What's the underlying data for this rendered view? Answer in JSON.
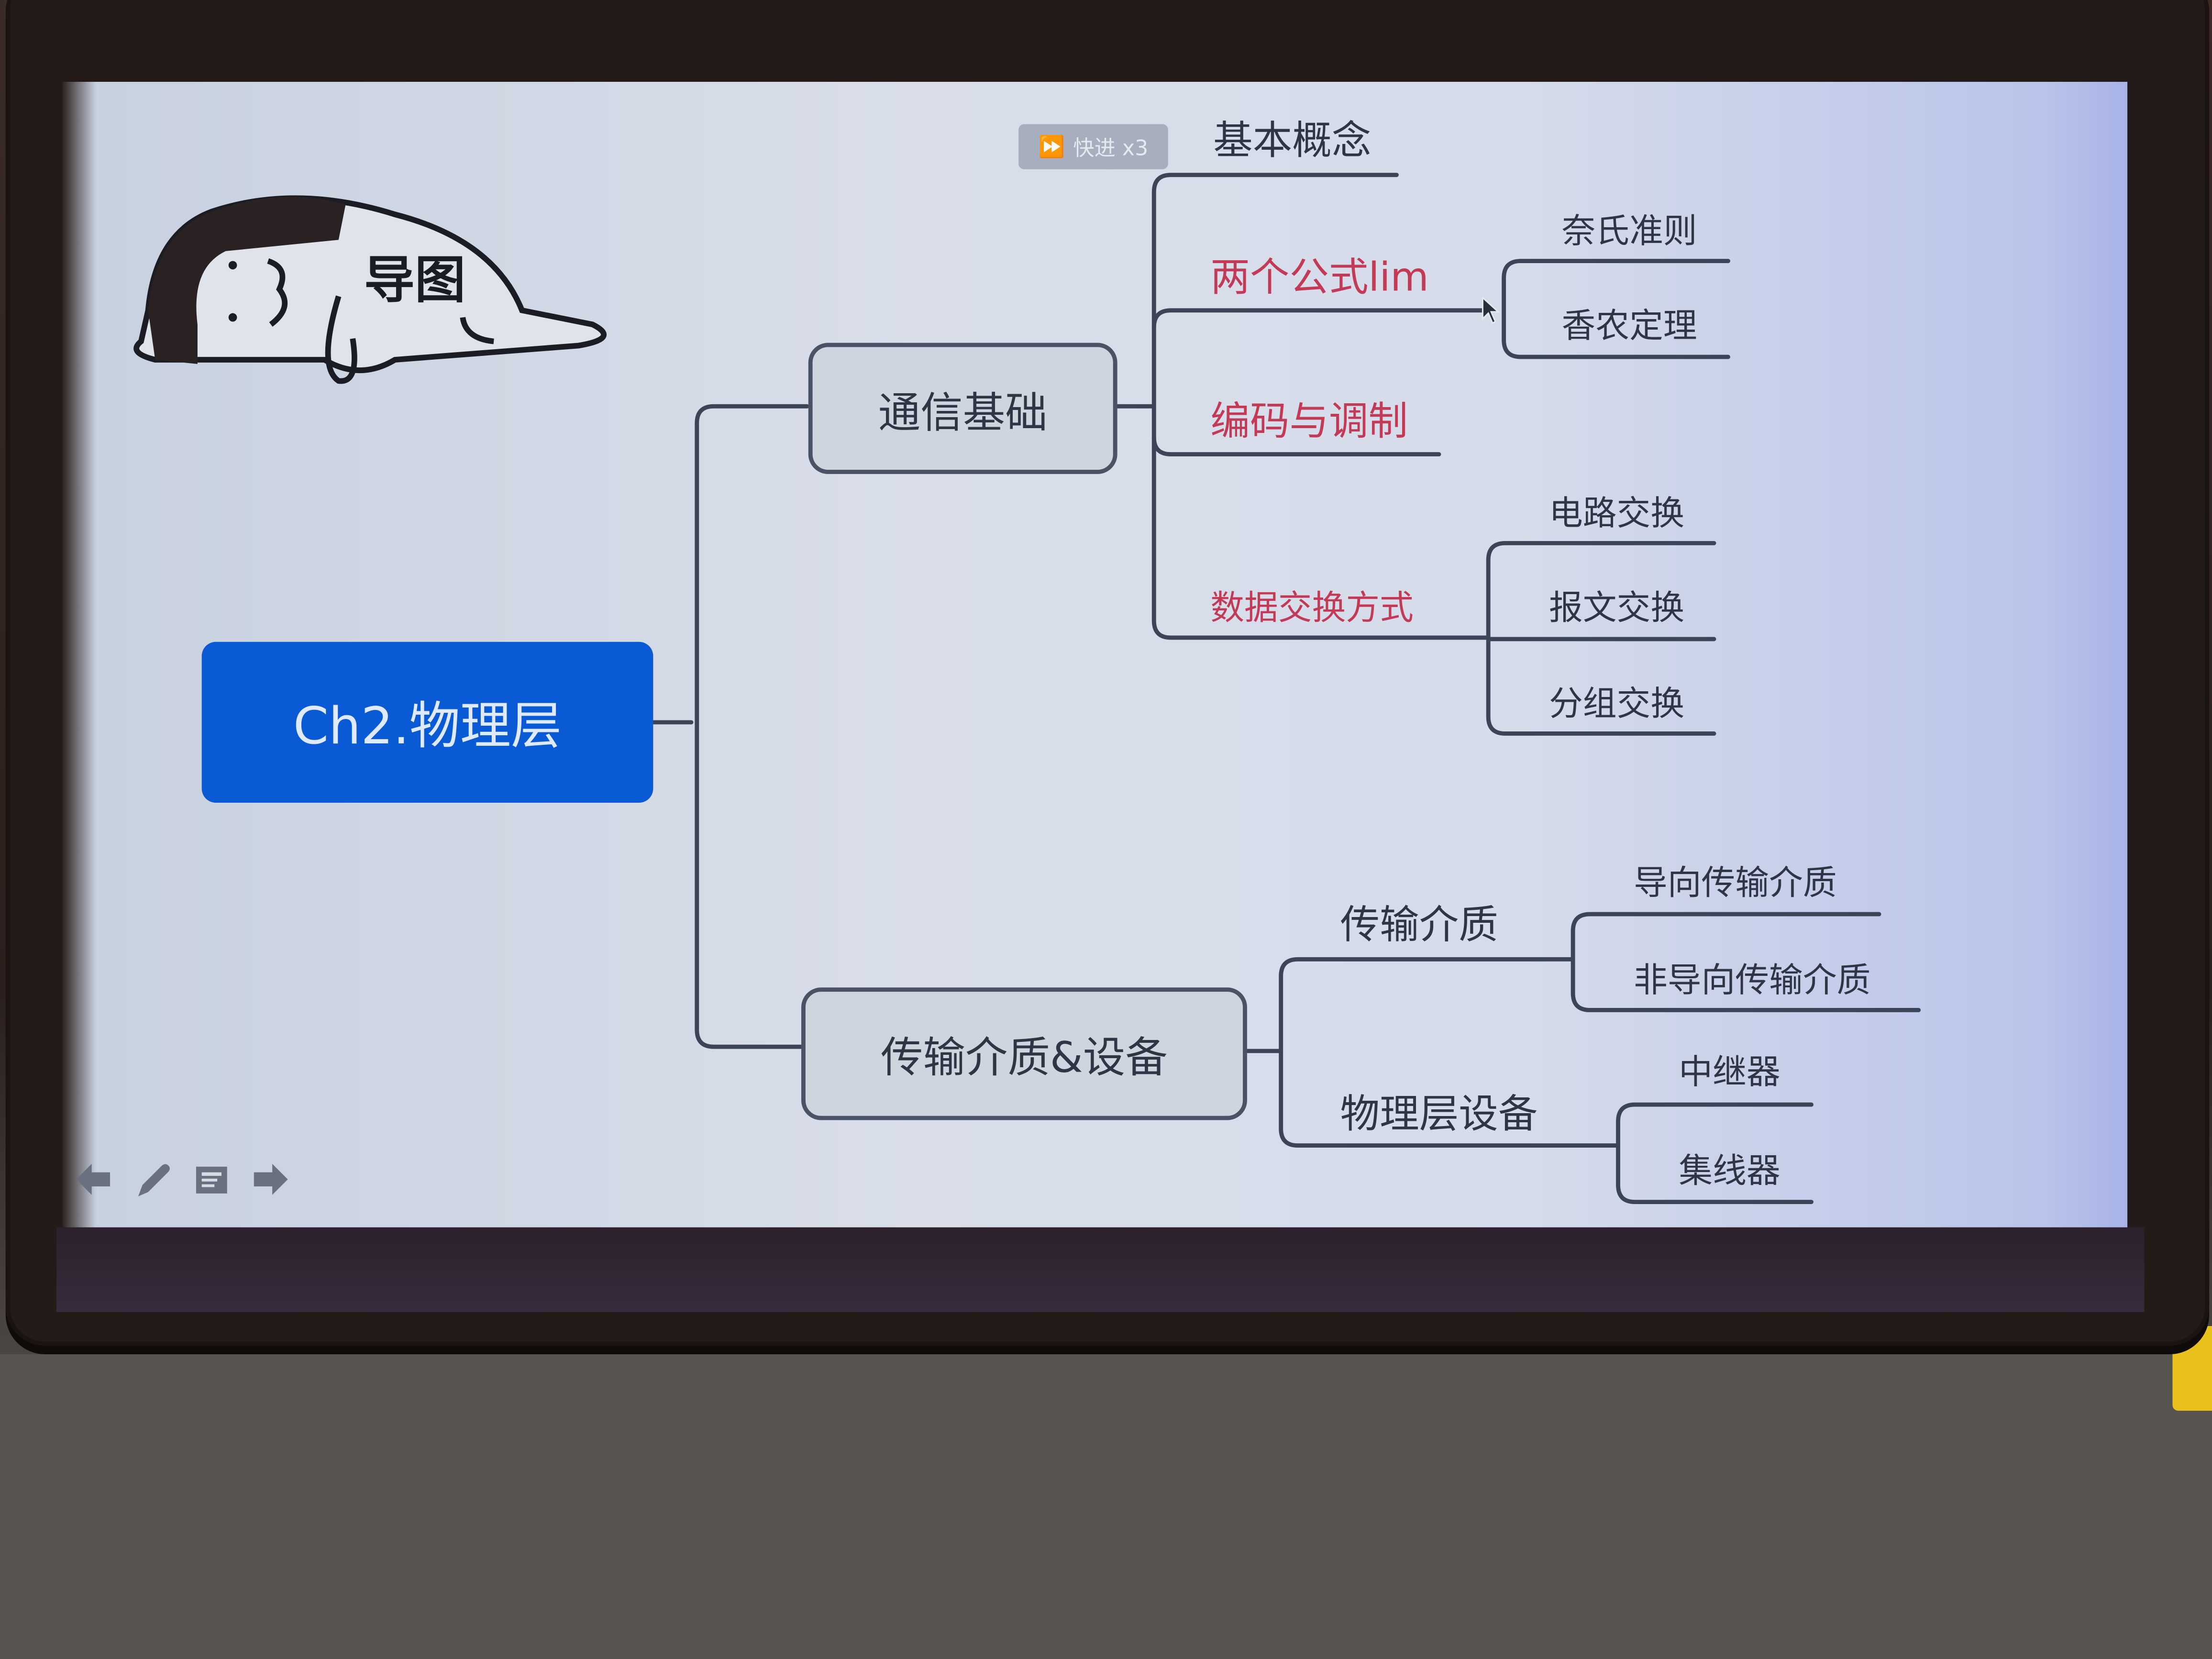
{
  "overlay": {
    "fast_forward_label": "快进 x3",
    "fast_forward_icon": "fast-forward-icon"
  },
  "mascot": {
    "title": "导图"
  },
  "mindmap": {
    "root": "Ch2.物理层",
    "branches": [
      {
        "label": "通信基础",
        "children": [
          {
            "label": "基本概念",
            "color": "#2f3545",
            "children": []
          },
          {
            "label": "两个公式lim",
            "color": "#c23a55",
            "children": [
              "奈氏准则",
              "香农定理"
            ]
          },
          {
            "label": "编码与调制",
            "color": "#c23a55",
            "children": []
          },
          {
            "label": "数据交换方式",
            "color": "#c23a55",
            "children": [
              "电路交换",
              "报文交换",
              "分组交换"
            ]
          }
        ]
      },
      {
        "label": "传输介质&设备",
        "children": [
          {
            "label": "传输介质",
            "color": "#2f3545",
            "children": [
              "导向传输介质",
              "非导向传输介质"
            ]
          },
          {
            "label": "物理层设备",
            "color": "#2f3545",
            "children": [
              "中继器",
              "集线器"
            ]
          }
        ]
      }
    ]
  },
  "toolbar": {
    "items": [
      {
        "name": "previous-arrow-icon"
      },
      {
        "name": "pencil-icon"
      },
      {
        "name": "notes-icon"
      },
      {
        "name": "next-arrow-icon"
      }
    ]
  },
  "colors": {
    "root_fill": "#0a5ad6",
    "node_fill": "#cfd5df",
    "line": "#3c4458",
    "accent_red": "#c23a55"
  }
}
